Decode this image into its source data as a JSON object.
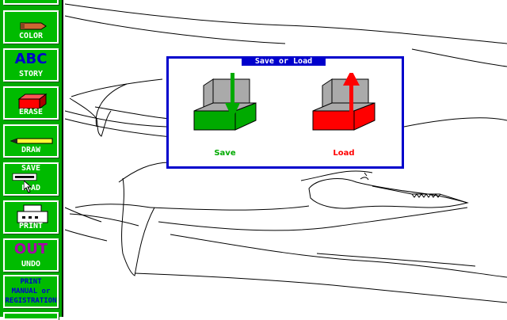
{
  "toolbar": {
    "color": {
      "label": "COLOR"
    },
    "story": {
      "label": "STORY",
      "icon_text": "ABC"
    },
    "erase": {
      "label": "ERASE"
    },
    "draw": {
      "label": "DRAW"
    },
    "save_load": {
      "label_top": "SAVE",
      "label_bottom": "LOAD"
    },
    "print": {
      "label": "PRINT"
    },
    "undo": {
      "label": "UNDO",
      "icon_text": "OUT"
    },
    "manual": {
      "line1": "PRINT",
      "line2": "MANUAL or",
      "line3": "REGISTRATION"
    }
  },
  "dialog": {
    "title": "Save or Load",
    "save_label": "Save",
    "load_label": "Load"
  },
  "colors": {
    "sidebar": "#00aa00",
    "dialog_border": "#0000cc",
    "save": "#00aa00",
    "load": "#ff0000"
  },
  "canvas": {
    "subject": "whale-outline"
  }
}
